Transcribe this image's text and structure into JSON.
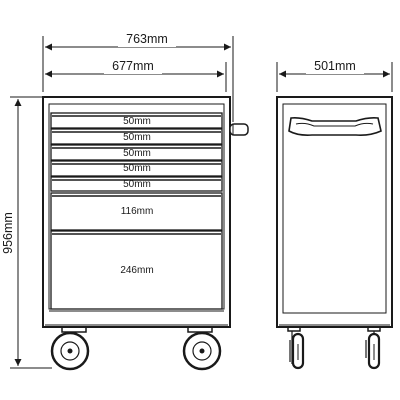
{
  "dimensions": {
    "total_width": "763mm",
    "body_width": "677mm",
    "depth": "501mm",
    "height": "956mm"
  },
  "drawers": [
    {
      "label": "50mm"
    },
    {
      "label": "50mm"
    },
    {
      "label": "50mm"
    },
    {
      "label": "50mm"
    },
    {
      "label": "50mm"
    },
    {
      "label": "116mm"
    },
    {
      "label": "246mm"
    }
  ],
  "colors": {
    "line": "#1a1a1a",
    "background": "#ffffff"
  }
}
